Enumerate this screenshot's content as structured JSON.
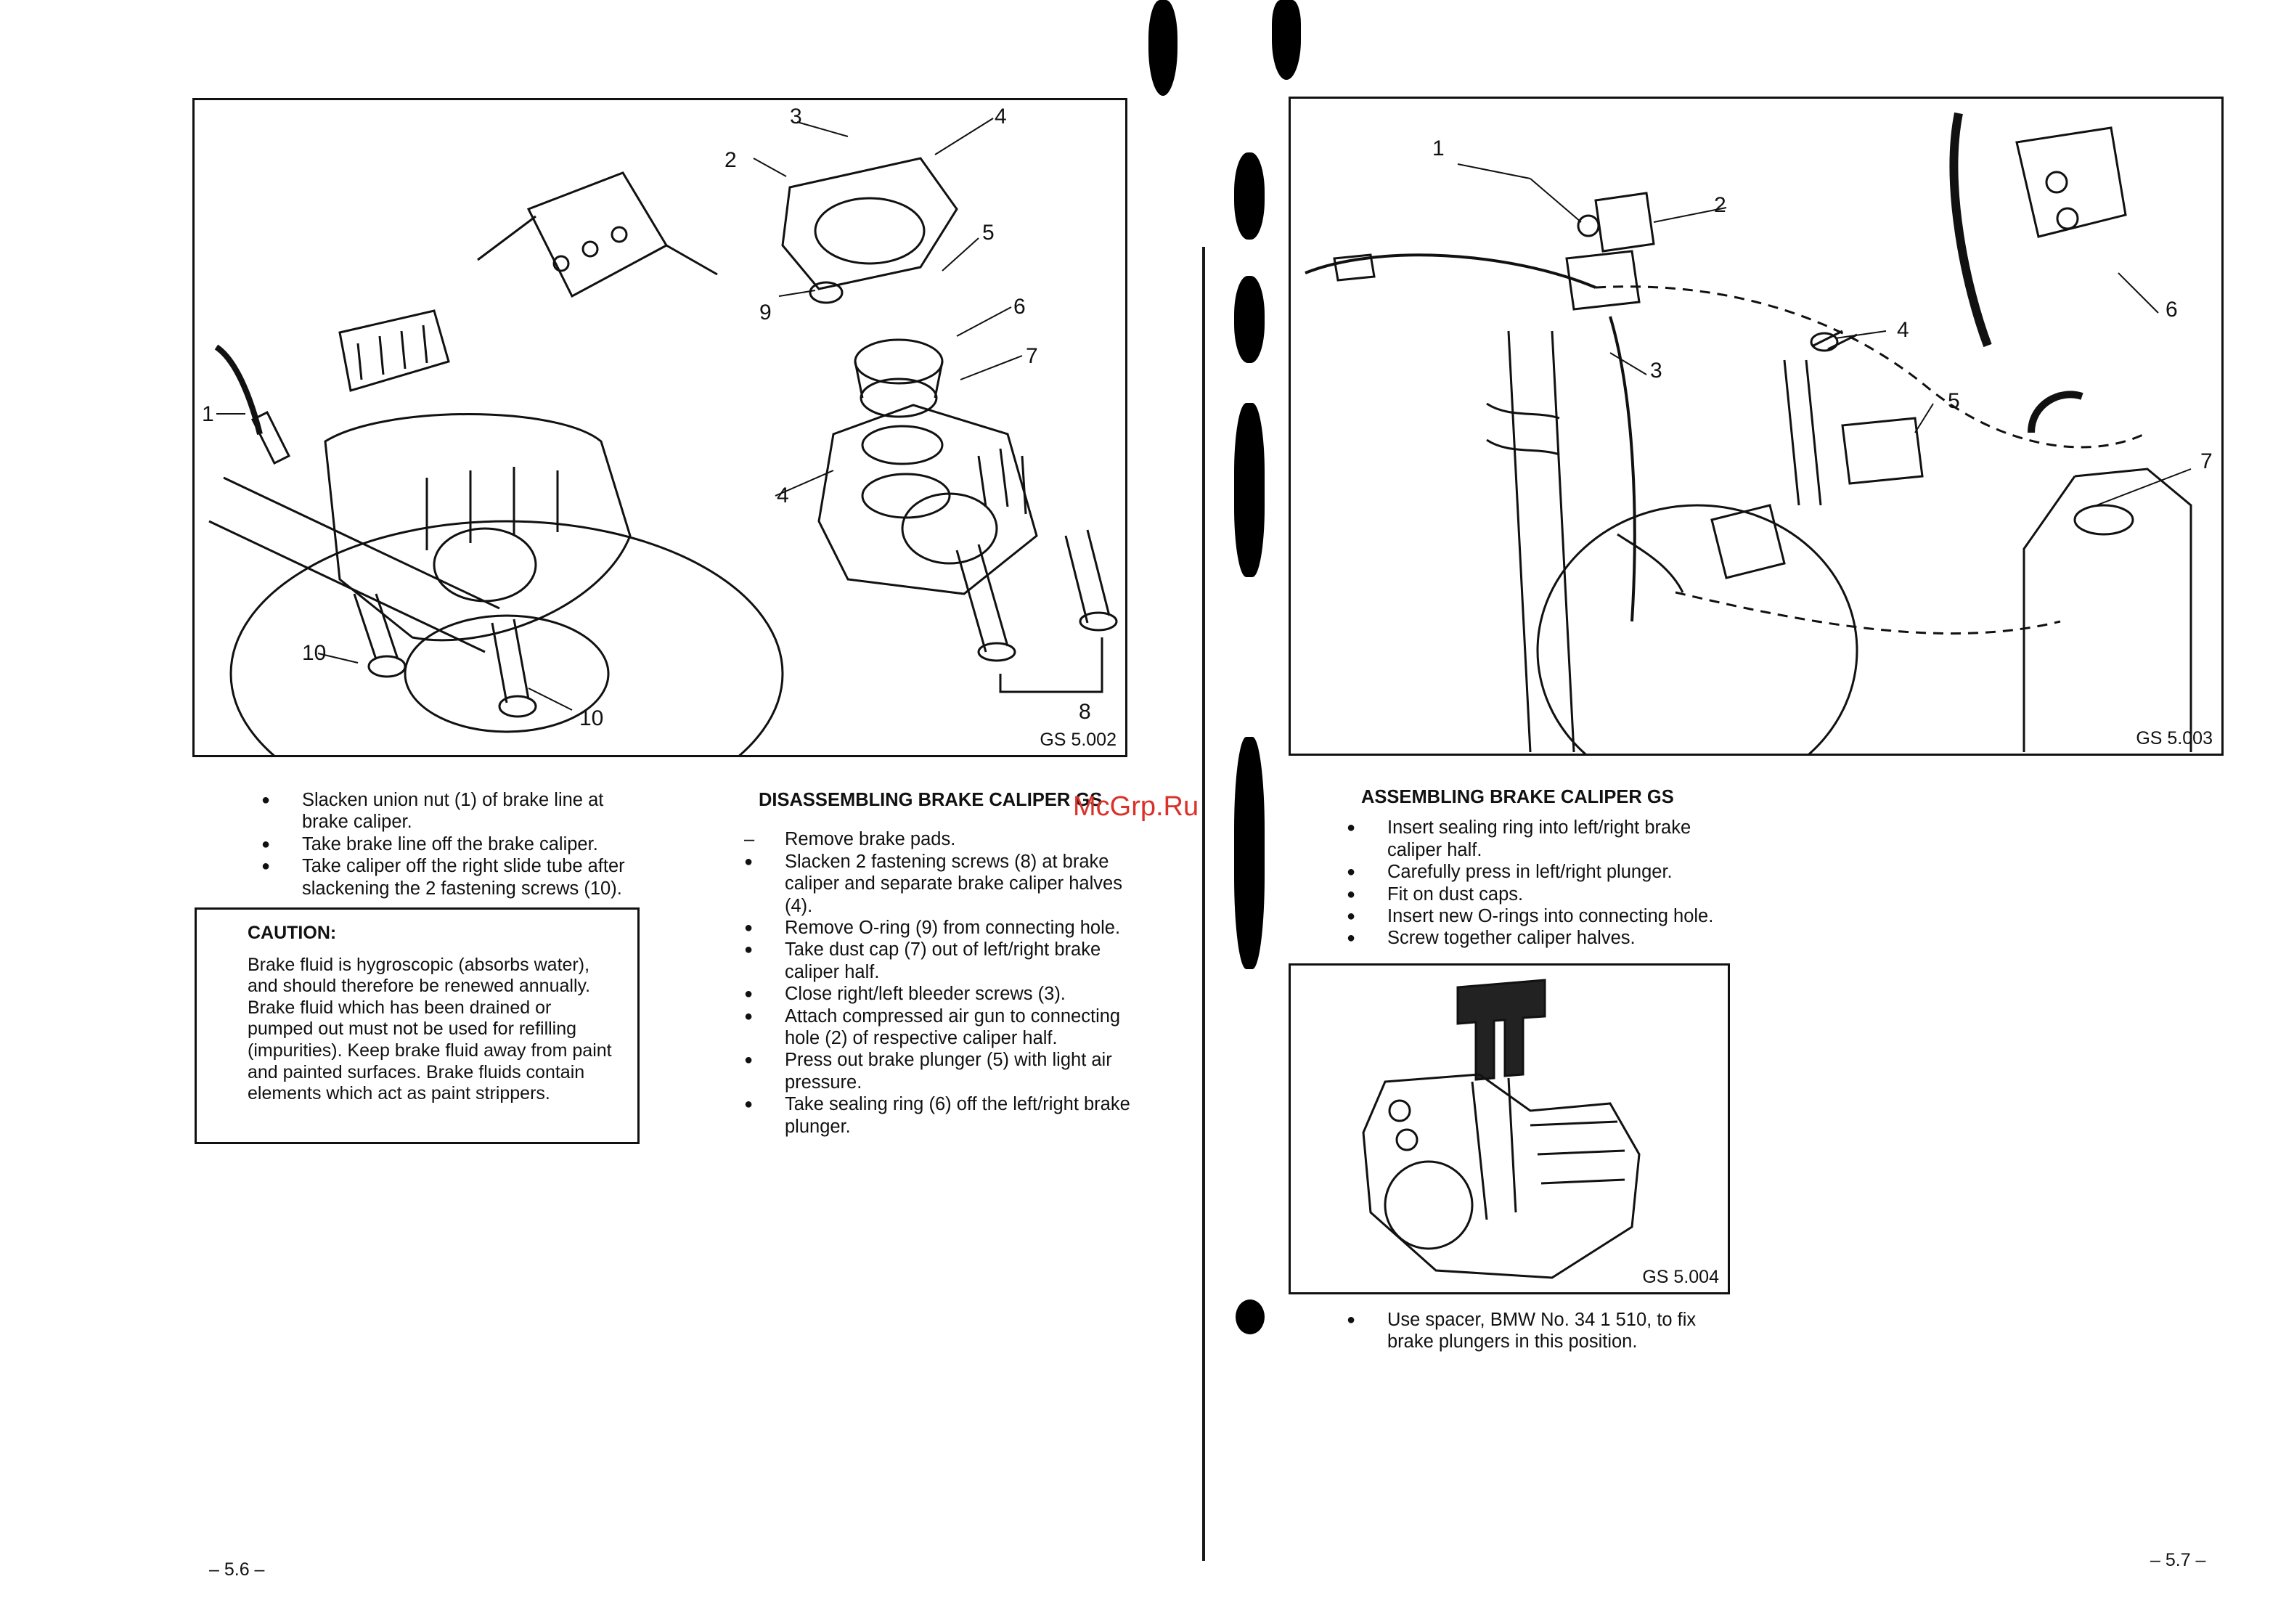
{
  "watermark": "McGrp.Ru",
  "left_page": {
    "figure": {
      "code": "GS 5.002",
      "callouts": [
        "1",
        "2",
        "3",
        "4",
        "5",
        "6",
        "7",
        "4",
        "9",
        "8",
        "10",
        "10"
      ]
    },
    "removal_steps": [
      "Slacken union nut (1) of brake line at brake caliper.",
      "Take brake line off the brake caliper.",
      "Take caliper off the right slide tube after slackening the 2 fastening screws (10)."
    ],
    "caution": {
      "title": "CAUTION:",
      "text": "Brake fluid is hygroscopic (absorbs water), and should therefore be renewed annually. Brake fluid which has been drained or pumped out must not be used for refilling (impurities). Keep brake fluid away from paint and painted surfaces. Brake fluids contain elements which act as paint strippers."
    },
    "disassembly": {
      "heading": "DISASSEMBLING BRAKE CALIPER GS",
      "steps": [
        {
          "marker": "dash",
          "text": "Remove brake pads."
        },
        {
          "marker": "bullet",
          "text": "Slacken 2 fastening screws (8) at brake caliper and separate brake caliper halves (4)."
        },
        {
          "marker": "bullet",
          "text": "Remove O-ring (9) from connecting hole."
        },
        {
          "marker": "bullet",
          "text": "Take dust cap (7) out of left/right brake caliper half."
        },
        {
          "marker": "bullet",
          "text": "Close right/left bleeder screws (3)."
        },
        {
          "marker": "bullet",
          "text": "Attach compressed air gun to connecting hole (2) of respective caliper half."
        },
        {
          "marker": "bullet",
          "text": "Press out brake plunger (5) with light air pressure."
        },
        {
          "marker": "bullet",
          "text": "Take sealing ring (6) off the left/right brake plunger."
        }
      ]
    },
    "page_number": "– 5.6 –"
  },
  "right_page": {
    "figure_top": {
      "code": "GS 5.003",
      "callouts": [
        "1",
        "2",
        "3",
        "4",
        "5",
        "6",
        "7"
      ]
    },
    "assembly": {
      "heading": "ASSEMBLING BRAKE CALIPER GS",
      "steps": [
        "Insert sealing ring into left/right brake caliper half.",
        "Carefully press in left/right plunger.",
        "Fit on dust caps.",
        "Insert new O-rings into connecting hole.",
        "Screw together caliper halves."
      ]
    },
    "figure_bottom": {
      "code": "GS 5.004"
    },
    "spacer_step": "Use spacer, BMW No. 34 1 510, to fix brake plungers in this position.",
    "page_number": "– 5.7 –"
  }
}
